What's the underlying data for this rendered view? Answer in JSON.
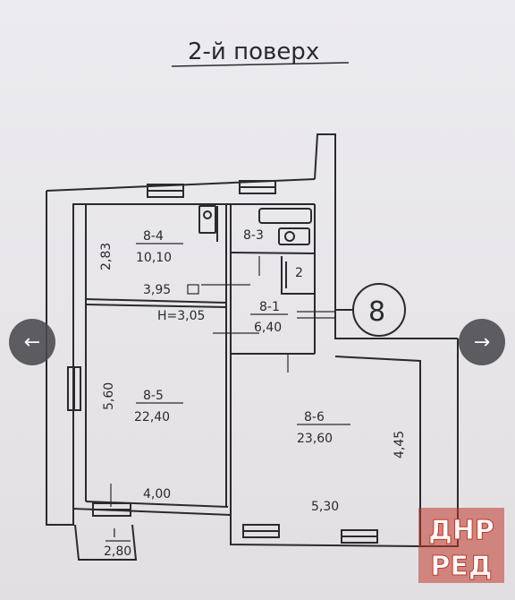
{
  "plan": {
    "title": "2-й поверх",
    "circle_label": "8",
    "rooms": [
      {
        "code": "8-4",
        "area": "10,10"
      },
      {
        "code": "8-3",
        "area": ""
      },
      {
        "code": "8-1",
        "area": "6,40"
      },
      {
        "code": "8-5",
        "area": "22,40"
      },
      {
        "code": "8-6",
        "area": "23,60"
      }
    ],
    "closet_label": "2",
    "height_label": "H=3,05",
    "balcony_label": "I",
    "dims": {
      "d283": "2,83",
      "d395": "3,95",
      "d560": "5,60",
      "d400": "4,00",
      "d530": "5,30",
      "d445": "4,45",
      "d280": "2,80"
    }
  },
  "nav": {
    "prev": "←",
    "next": "→"
  },
  "watermark": {
    "line1": "ДНР",
    "line2": "РЕД"
  },
  "colors": {
    "ink": "#2a2a2e",
    "nav_bg": "#4a4a4e",
    "watermark": "#c0392b"
  }
}
